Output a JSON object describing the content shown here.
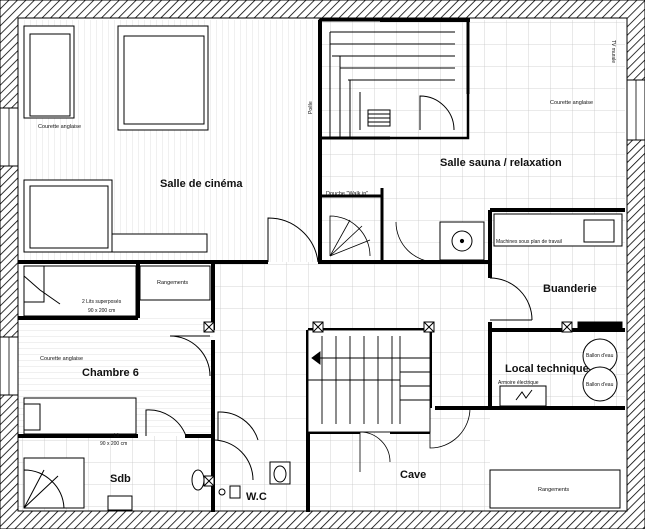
{
  "rooms": {
    "cinema": "Salle de cinéma",
    "sauna": "Salle sauna / relaxation",
    "buanderie": "Buanderie",
    "local_technique": "Local technique",
    "chambre6": "Chambre 6",
    "sdb": "Sdb",
    "wc": "W.C",
    "cave": "Cave"
  },
  "labels": {
    "courette_1": "Courette anglaise",
    "courette_2": "Courette anglaise",
    "courette_3": "Courette anglaise",
    "tv_murale": "TV murale",
    "poele": "Poêle",
    "douche": "Douche \"Walk in\"",
    "machines": "Machines sous plan de travail",
    "rangements_1": "Rangements",
    "rangements_2": "Rangements",
    "lits_superposes_1": "2 Lits superposés",
    "lits_superposes_2": "90 x 200 cm",
    "lit_1": "Lit",
    "lit_2": "90 x 200 cm",
    "ballon_1": "Ballon d'eau",
    "ballon_2": "Ballon d'eau",
    "armoire": "Armoire électrique"
  },
  "colors": {
    "wall": "#000000",
    "hatch": "#000000",
    "background": "#ffffff",
    "tile_line": "#c8c8c8",
    "wood_line": "#d6d6d6"
  }
}
